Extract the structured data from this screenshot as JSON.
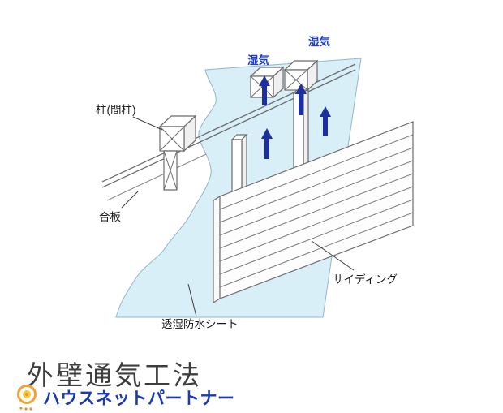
{
  "diagram": {
    "labels": {
      "pillar": "柱(間柱)",
      "plywood": "合板",
      "moisture_sheet": "透湿防水シート",
      "siding": "サイディング",
      "moisture_top": "湿気",
      "moisture_right": "湿気"
    },
    "colors": {
      "sheet_fill": "#d9eff8",
      "sheet_edge": "#8fb8c9",
      "line": "#6b6b6b",
      "arrow": "#1b2f9e",
      "moisture_text": "#1d3fc4"
    }
  },
  "footer": {
    "title": "外壁通気工法",
    "brand": "ハウスネットパートナー",
    "brand_color": "#1b3aad",
    "logo_color": "#f0a235"
  }
}
